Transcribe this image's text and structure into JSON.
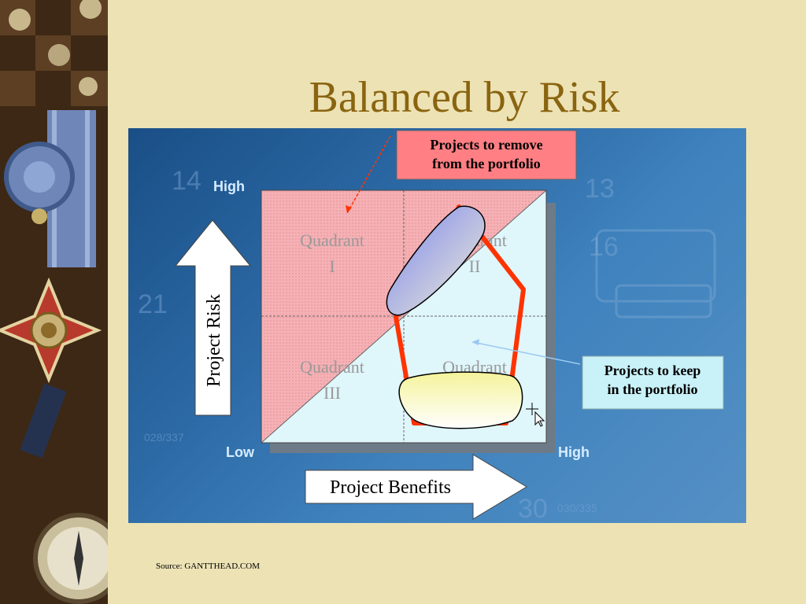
{
  "slide": {
    "title": "Balanced by Risk",
    "source": "Source: GANTTHEAD.COM"
  },
  "diagram": {
    "y_axis": {
      "label": "Project Risk",
      "high": "High"
    },
    "x_axis": {
      "label": "Project Benefits",
      "low": "Low",
      "high": "High"
    },
    "quadrants": [
      {
        "line1": "Quadrant",
        "line2": "I"
      },
      {
        "line1": "Quadrant",
        "line2": "II"
      },
      {
        "line1": "Quadrant",
        "line2": "III"
      },
      {
        "line1": "Quadrant",
        "line2": ""
      }
    ],
    "callouts": {
      "remove": {
        "line1": "Projects to remove",
        "line2": "from the portfolio"
      },
      "keep": {
        "line1": "Projects to keep",
        "line2": "in the portfolio"
      }
    },
    "colors": {
      "high_risk_region": "#f5b1b5",
      "low_risk_region": "#dff6fb",
      "portfolio_outline": "#ff3300",
      "remove_callout": "#ff7f84",
      "keep_callout": "#c9f1f8"
    },
    "background_numbers": [
      "14",
      "13",
      "16",
      "21",
      "028/337",
      "30",
      "030/335"
    ]
  }
}
